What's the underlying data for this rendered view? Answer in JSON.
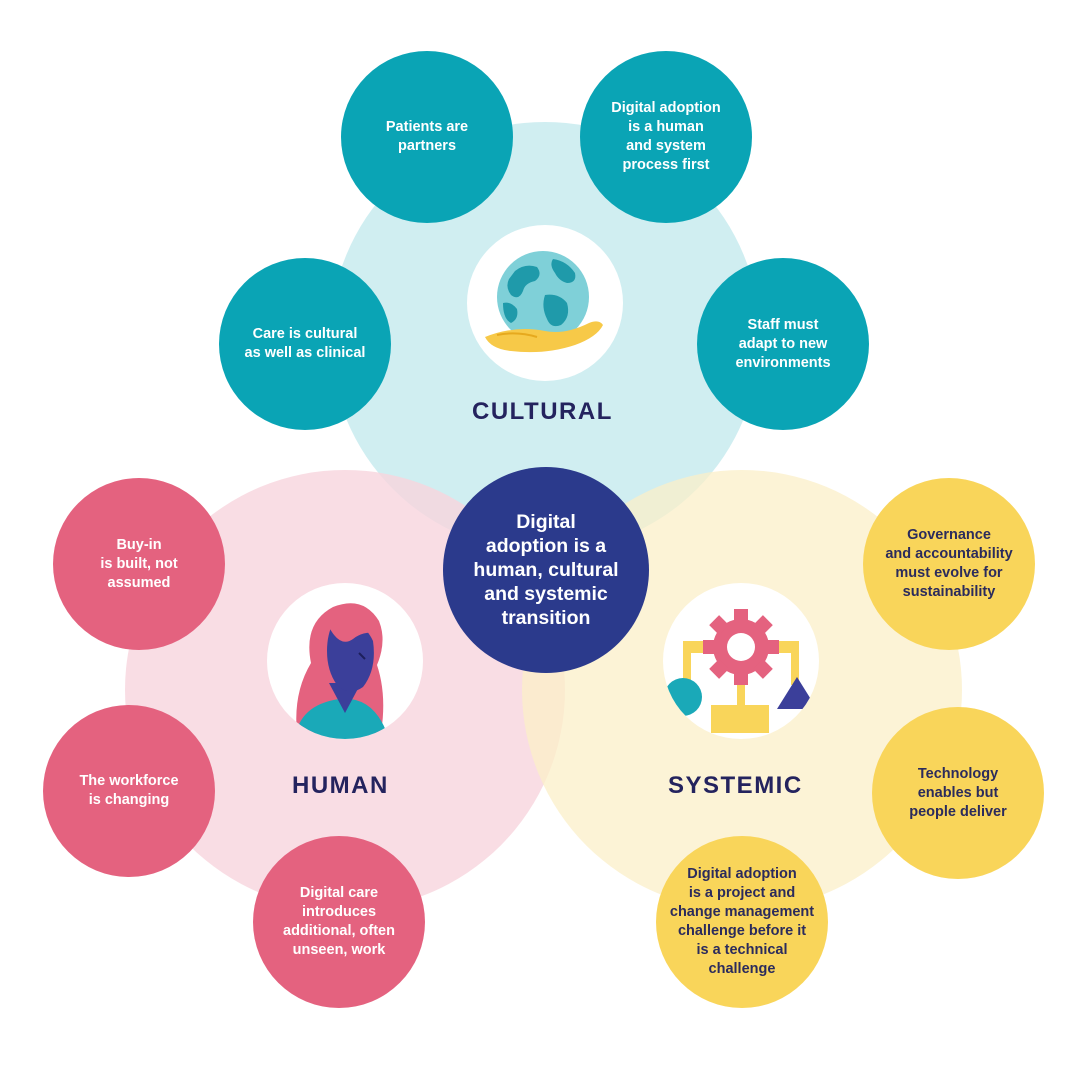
{
  "colors": {
    "teal": "#0aa4b5",
    "pink": "#e4627f",
    "yellow": "#f9d55a",
    "navy": "#2b3a8c",
    "label_text": "#24235e"
  },
  "center": {
    "text": "Digital\nadoption is a\nhuman, cultural\nand systemic\ntransition"
  },
  "sections": {
    "cultural": {
      "label": "CULTURAL",
      "icon": "globe-in-hand-icon",
      "items": [
        "Patients are\npartners",
        "Digital adoption\nis a human\nand system\nprocess first",
        "Care is cultural\nas well as clinical",
        "Staff must\nadapt to new\nenvironments"
      ]
    },
    "human": {
      "label": "HUMAN",
      "icon": "woman-portrait-icon",
      "items": [
        "Buy-in\nis built, not\nassumed",
        "The workforce\nis changing",
        "Digital care\nintroduces\nadditional, often\nunseen, work"
      ]
    },
    "systemic": {
      "label": "SYSTEMIC",
      "icon": "gear-system-icon",
      "items": [
        "Governance\nand accountability\nmust evolve for\nsustainability",
        "Technology\nenables but\npeople deliver",
        "Digital adoption\nis a project and\nchange management\nchallenge before it\nis a technical\nchallenge"
      ]
    }
  }
}
